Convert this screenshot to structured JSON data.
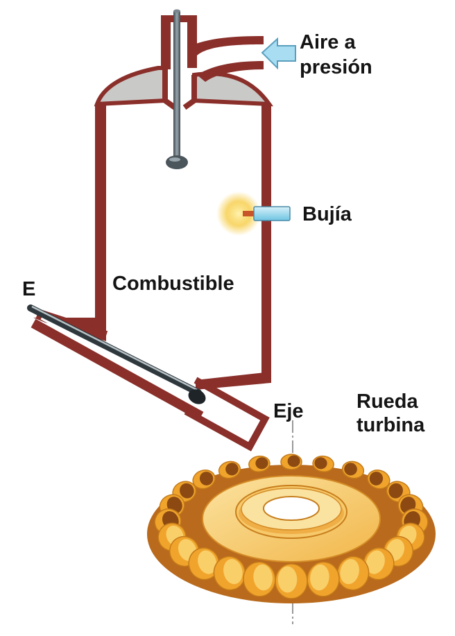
{
  "labels": {
    "air_line1": "Aire a",
    "air_line2": "presión",
    "spark_plug": "Bujía",
    "fuel": "Combustible",
    "inlet_letter": "E",
    "axis": "Eje",
    "wheel_line1": "Rueda",
    "wheel_line2": "turbina"
  },
  "colors": {
    "wall": "#8a2f2a",
    "gray_fill": "#c9c9c7",
    "rod": "#5f6b72",
    "arrow": "#a8ddf2",
    "spark_glow": "#f6c93a",
    "wheel_light": "#f9cf6a",
    "wheel_mid": "#f0a42c",
    "wheel_dark": "#8c4a12"
  },
  "wheel": {
    "bucket_count": 24
  }
}
